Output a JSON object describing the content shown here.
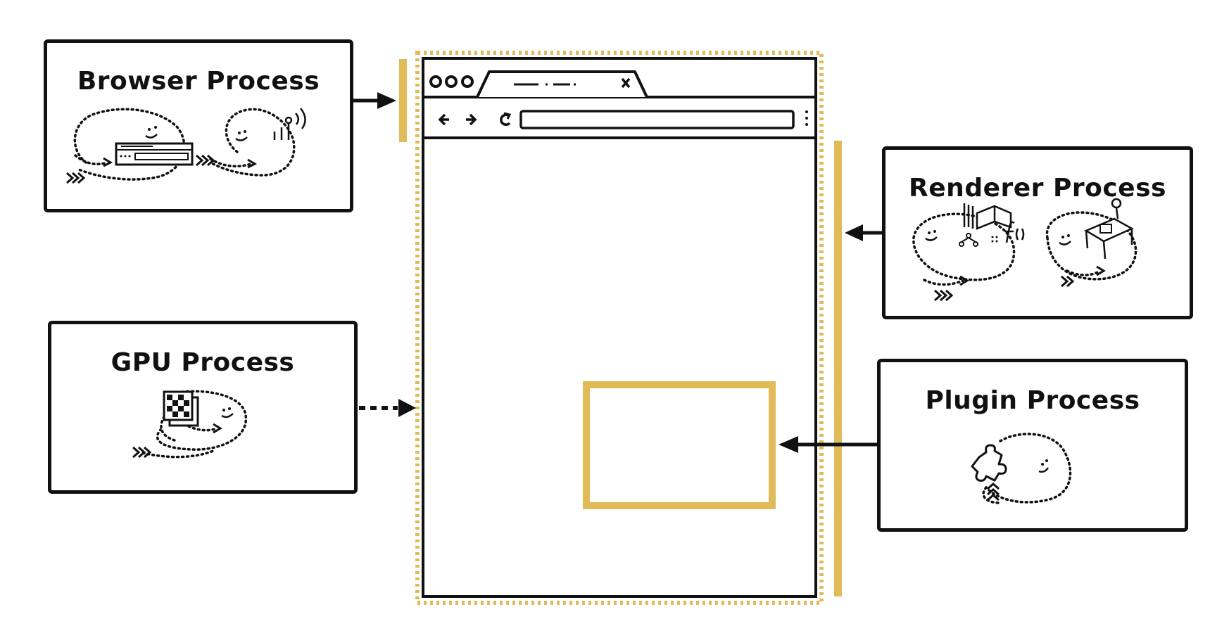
{
  "processes": {
    "browser": "Browser Process",
    "gpu": "GPU Process",
    "renderer": "Renderer Process",
    "plugin": "Plugin Process"
  },
  "colors": {
    "accent": "#e0bb57",
    "ink": "#111111",
    "background": "#ffffff"
  },
  "icons": {
    "browser": [
      "browser-window-icon",
      "antenna-icon"
    ],
    "gpu": [
      "grid-chip-icon"
    ],
    "renderer": [
      "book-icon",
      "function-icon",
      "desk-icon"
    ],
    "plugin": [
      "puzzle-piece-icon"
    ]
  }
}
